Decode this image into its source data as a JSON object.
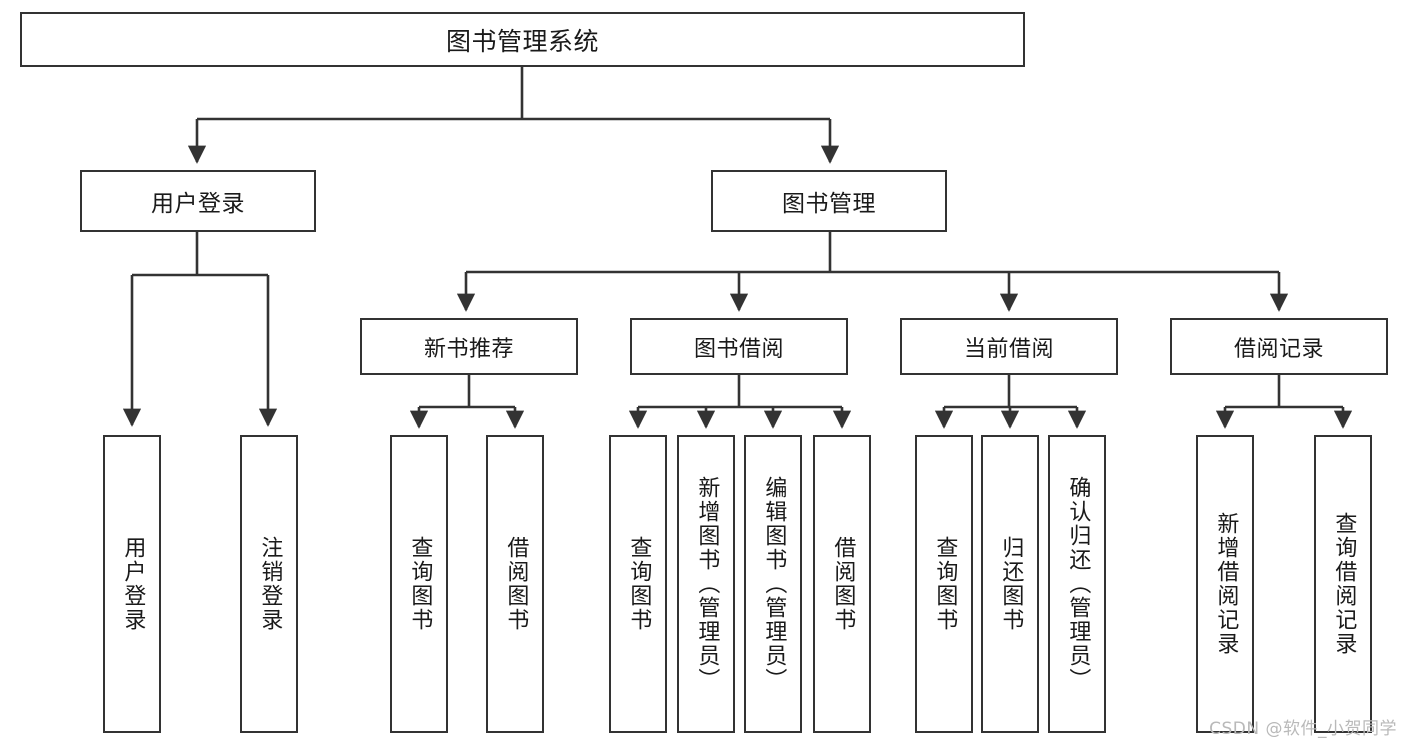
{
  "diagram": {
    "title": "图书管理系统",
    "watermark": "CSDN @软件_小贺同学",
    "colors": {
      "node_border": "#333333",
      "node_fill": "#ffffff",
      "edge": "#333333",
      "watermark": "#b9b9b9",
      "background": "#ffffff"
    },
    "root": {
      "label": "图书管理系统"
    },
    "level2": [
      {
        "label": "用户登录"
      },
      {
        "label": "图书管理"
      }
    ],
    "level3": [
      {
        "label": "新书推荐"
      },
      {
        "label": "图书借阅"
      },
      {
        "label": "当前借阅"
      },
      {
        "label": "借阅记录"
      }
    ],
    "leaves": {
      "user_login": [
        {
          "label": "用户登录"
        },
        {
          "label": "注销登录"
        }
      ],
      "new_book": [
        {
          "label": "查询图书"
        },
        {
          "label": "借阅图书"
        }
      ],
      "book_borrow": [
        {
          "label": "查询图书"
        },
        {
          "label": "新增图书（管理员）"
        },
        {
          "label": "编辑图书（管理员）"
        },
        {
          "label": "借阅图书"
        }
      ],
      "current_borrow": [
        {
          "label": "查询图书"
        },
        {
          "label": "归还图书"
        },
        {
          "label": "确认归还（管理员）"
        }
      ],
      "borrow_record": [
        {
          "label": "新增借阅记录"
        },
        {
          "label": "查询借阅记录"
        }
      ]
    }
  }
}
